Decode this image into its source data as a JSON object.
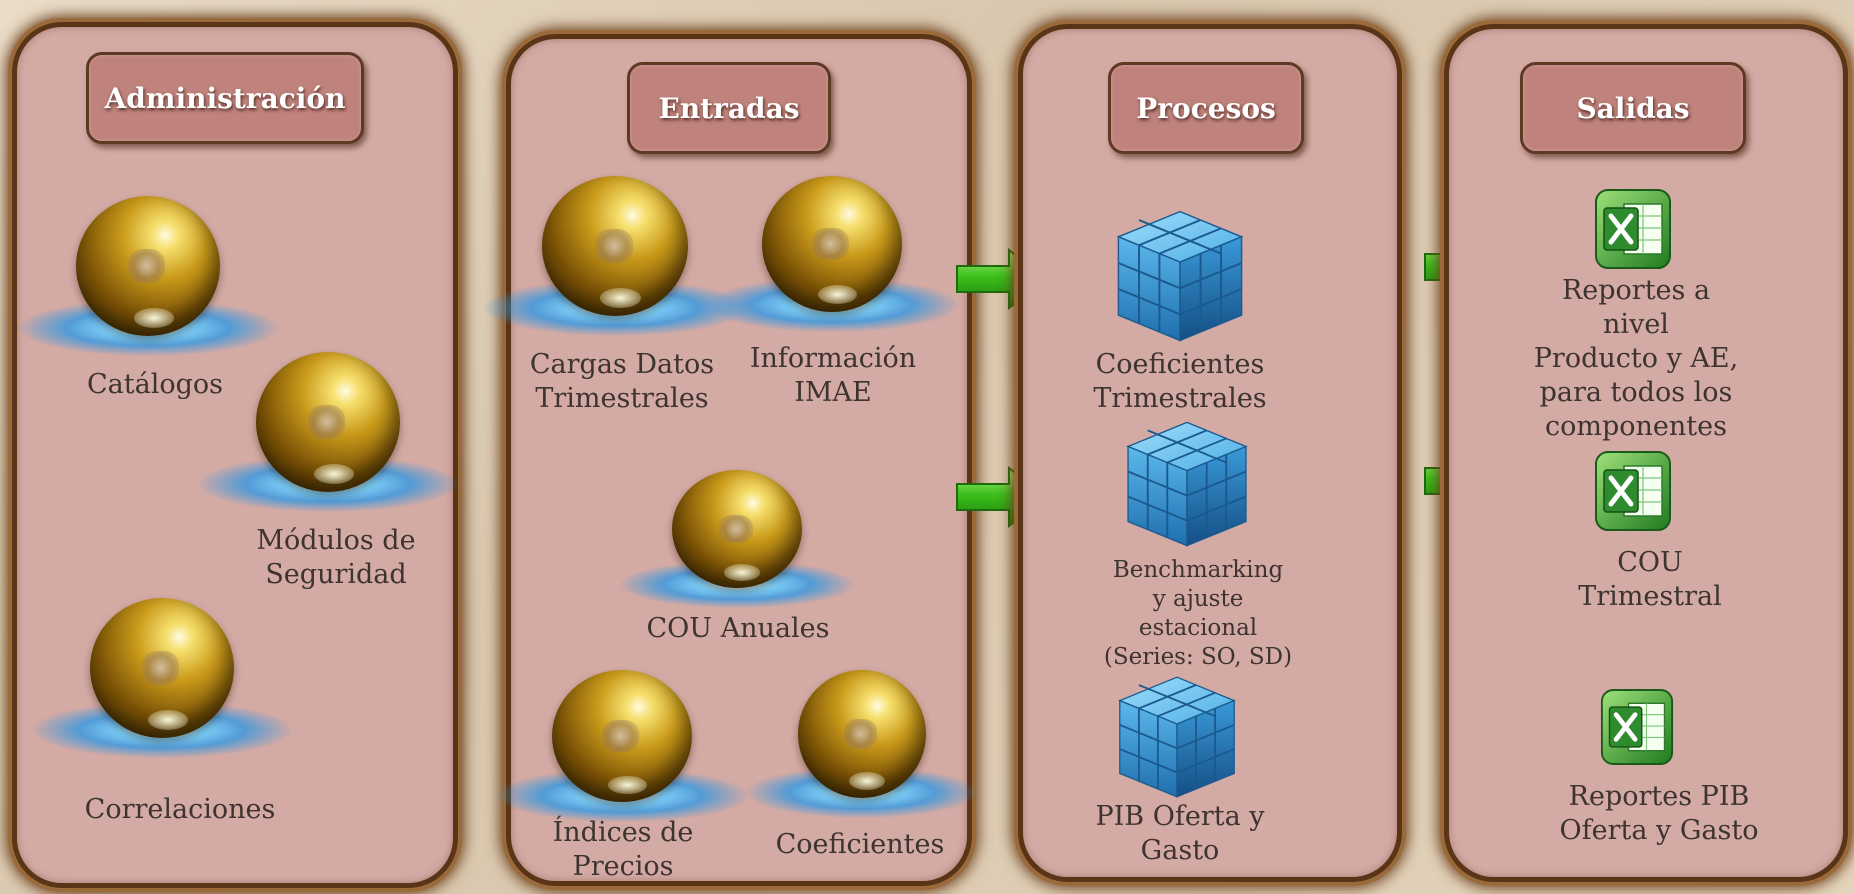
{
  "panels": {
    "administracion": {
      "title": "Administración",
      "items": {
        "catalogos": "Catálogos",
        "modulos": [
          "Módulos de",
          "Seguridad"
        ],
        "correlaciones": "Correlaciones"
      }
    },
    "entradas": {
      "title": "Entradas",
      "items": {
        "cargas": [
          "Cargas Datos",
          "Trimestrales"
        ],
        "imae": [
          "Información",
          "IMAE"
        ],
        "cou_anuales": "COU Anuales",
        "indices": [
          "Índices de",
          "Precios"
        ],
        "coeficientes": "Coeficientes"
      }
    },
    "procesos": {
      "title": "Procesos",
      "items": {
        "coef_trim": [
          "Coeficientes",
          "Trimestrales"
        ],
        "benchmarking": [
          "Benchmarking",
          "y ajuste",
          "estacional",
          "(Series: SO, SD)"
        ],
        "pib": [
          "PIB Oferta y",
          "Gasto"
        ]
      }
    },
    "salidas": {
      "title": "Salidas",
      "items": {
        "reportes": [
          "Reportes a nivel",
          "Producto y AE,",
          "para todos los",
          "componentes"
        ],
        "cou_trim": [
          "COU",
          "Trimestral"
        ],
        "reportes_pib": [
          "Reportes PIB",
          "Oferta y Gasto"
        ]
      }
    }
  },
  "colors": {
    "panel_fill": "#d4aaa4",
    "panel_border": "#5a3416",
    "header_fill": "#c0827c",
    "arrow": "#3cc01c",
    "cube": "#3a9ad8",
    "excel": "#2e8b2e"
  },
  "icons": {
    "orb": "gold-sphere-icon",
    "cube": "blue-cube-icon",
    "arrow": "green-arrow-icon",
    "excel": "excel-icon"
  }
}
